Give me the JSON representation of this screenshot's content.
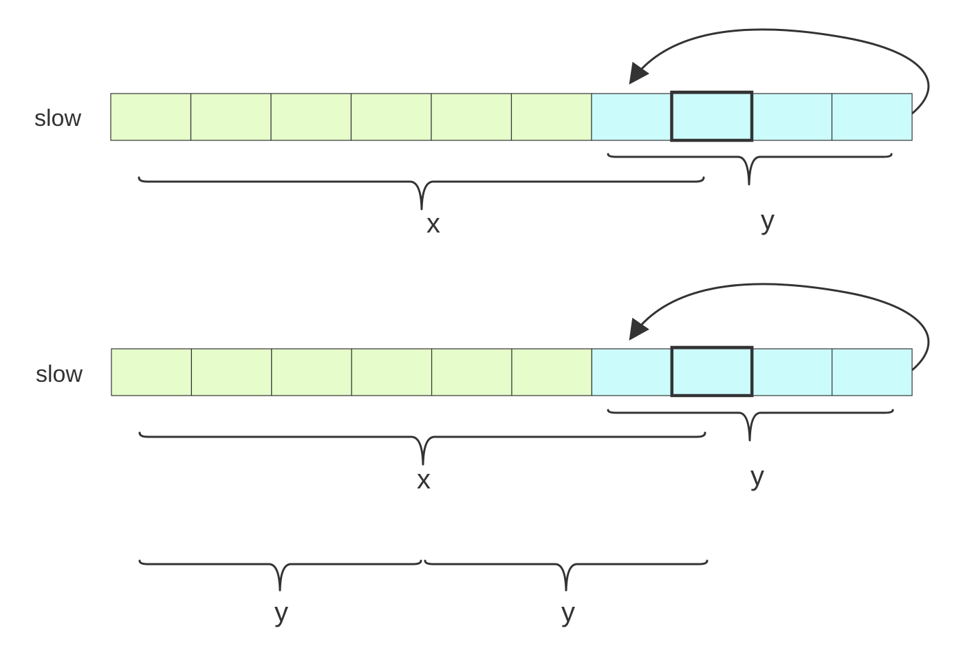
{
  "colors": {
    "prefix_cell": "#e6fccb",
    "cycle_cell": "#ccfbfc",
    "stroke": "#333333",
    "text": "#333333"
  },
  "rows": [
    {
      "label": "slow",
      "prefix_cell_count": 6,
      "cycle_cell_count": 4,
      "highlighted_cycle_cell": 1,
      "brace_x_label": "x",
      "brace_y_label": "y"
    },
    {
      "label": "slow",
      "prefix_cell_count": 6,
      "cycle_cell_count": 4,
      "highlighted_cycle_cell": 1,
      "brace_x_label": "x",
      "brace_y_label": "y"
    }
  ],
  "split_braces": {
    "left_label": "y",
    "right_label": "y"
  }
}
